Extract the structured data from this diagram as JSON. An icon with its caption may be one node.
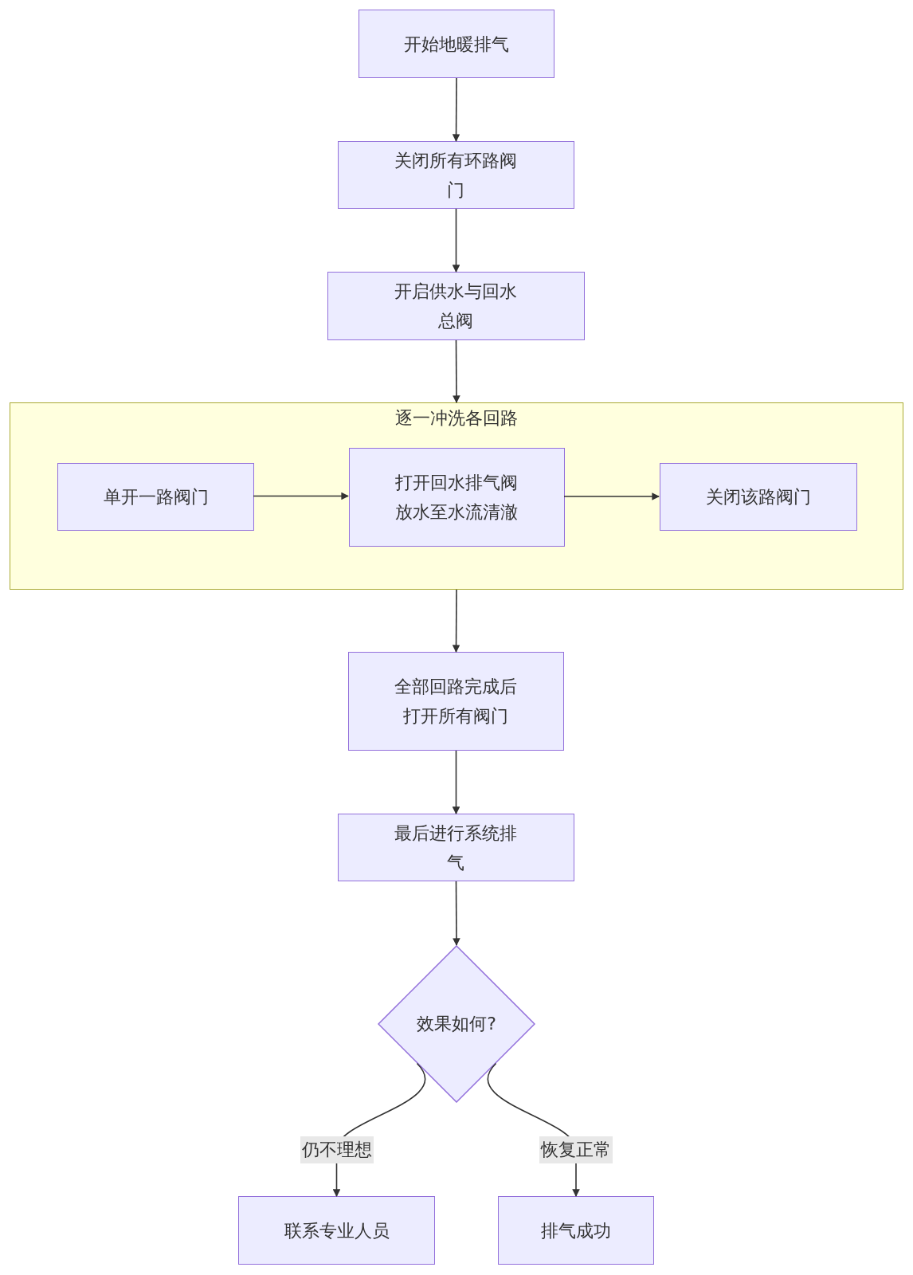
{
  "diagram": {
    "nodes": [
      {
        "text": [
          "开始地暖排气"
        ]
      },
      {
        "text": [
          "关闭所有环路阀门"
        ]
      },
      {
        "text": [
          "开启供水与回水总阀"
        ]
      },
      {
        "text": [
          "逐一冲洗各回路"
        ]
      },
      {
        "text": [
          "单开一路阀门"
        ],
        "in": 3
      },
      {
        "text": [
          "打开回水排气阀放水至水流清澈"
        ],
        "in": 3
      },
      {
        "text": [
          "关闭该路阀门"
        ],
        "in": 3
      },
      {
        "text": [
          "全部回路完成后打开所有阀门"
        ]
      },
      {
        "text": [
          "最后进行系统排气"
        ]
      },
      {
        "text": [
          "效果如何?"
        ]
      },
      {
        "text": [
          "联系专业人员"
        ]
      },
      {
        "text": [
          "排气成功"
        ]
      }
    ],
    "edges": [
      {
        "from": 0,
        "to": 1,
        "arrow": "to"
      },
      {
        "from": 1,
        "to": 2,
        "arrow": "to"
      },
      {
        "from": 2,
        "to": 3,
        "arrow": "to"
      },
      {
        "from": 4,
        "to": 5,
        "arrow": "to"
      },
      {
        "from": 5,
        "to": 6,
        "arrow": "to"
      },
      {
        "from": 3,
        "to": 7,
        "arrow": "to"
      },
      {
        "from": 7,
        "to": 8,
        "arrow": "to"
      },
      {
        "from": 8,
        "to": 9,
        "arrow": "to"
      },
      {
        "from": 9,
        "to": 10,
        "arrow": "to",
        "label": "仍不理想"
      },
      {
        "from": 9,
        "to": 11,
        "arrow": "to",
        "label": "恢复正常"
      }
    ]
  }
}
